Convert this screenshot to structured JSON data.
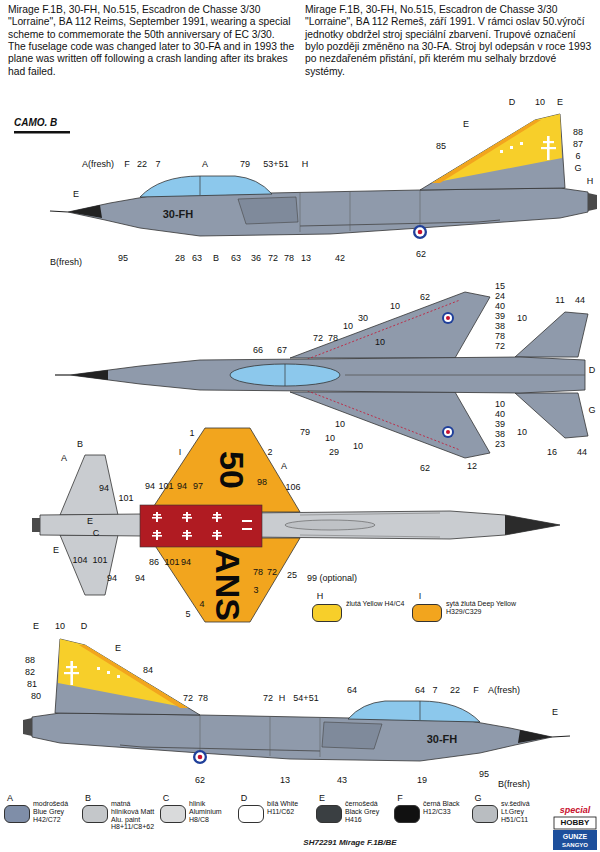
{
  "diagram": {
    "labels": [
      "Mirage F.1B, 30-FH, No.515, Escadron de Chasse 3/30 \"Lorraine\", BA 112 Reims, September 1991, wearing a special scheme to commemorate the 50th anniversary of EC 3/30. The fuselage code was changed later to 30-FA and in 1993 the plane was written off following a crash landing after its brakes had failed.",
      "Mirage F.1B, 30-FH, No.515, Escadron de Chasse 3/30 \"Lorraine\", BA 112 Remeš, září 1991. V rámci oslav 50.výročí jednotky obdržel stroj speciální zbarvení. Trupové označení bylo později změněno na 30-FA. Stroj byl odepsán v roce 1993 po nezdařeném přistání, při kterém mu selhaly brzdové systémy.",
      "CAMO. B",
      "E",
      "A(fresh)",
      "F",
      "22",
      "7",
      "A",
      "79",
      "53+51",
      "H",
      "85",
      "E",
      "D",
      "10",
      "E",
      "88",
      "87",
      "6",
      "G",
      "H",
      "B(fresh)",
      "95",
      "28",
      "63",
      "B",
      "63",
      "36",
      "72",
      "78",
      "13",
      "42",
      "62",
      "30-FH",
      "62",
      "15",
      "24",
      "40",
      "39",
      "38",
      "78",
      "72",
      "10",
      "30",
      "72",
      "78",
      "10",
      "10",
      "66",
      "67",
      "10",
      "11",
      "44",
      "D",
      "G",
      "79",
      "10",
      "10",
      "29",
      "10",
      "10",
      "40",
      "39",
      "38",
      "23",
      "62",
      "12",
      "10",
      "16",
      "44",
      "1",
      "I",
      "2",
      "A",
      "B",
      "A",
      "50",
      "98",
      "106",
      "94",
      "101",
      "94",
      "101",
      "94",
      "97",
      "E",
      "C",
      "104",
      "101",
      "94",
      "94",
      "86",
      "101",
      "94",
      "78",
      "72",
      "25",
      "99 (optional)",
      "4",
      "3",
      "5",
      "ANS",
      "E",
      "H",
      "I",
      "E",
      "10",
      "D",
      "88",
      "82",
      "81",
      "80",
      "E",
      "84",
      "72",
      "78",
      "72",
      "H",
      "54+51",
      "64",
      "64",
      "7",
      "22",
      "F",
      "A(fresh)",
      "E",
      "62",
      "13",
      "43",
      "19",
      "95",
      "B(fresh)",
      "30-FH",
      "A",
      "B",
      "C",
      "D",
      "E",
      "F",
      "G",
      "special",
      "HOBBY",
      "GUNZE",
      "SANGYO",
      "SH72291 Mirage F.1B/BE"
    ],
    "legend": [
      {
        "text": "žlutá Yellow H4/C4",
        "color": "#f7cf2a"
      },
      {
        "text": "sytá žlutá Deep Yellow H329/C329",
        "color": "#f2a51e"
      },
      {
        "text": "modrošedá Blue Grey H42/C72",
        "color": "#7f8ea8"
      },
      {
        "text": "matná hliníková Matt Alu. paint H8+11/C8+62",
        "color": "#c4c7ca"
      },
      {
        "text": "hliník Aluminium H8/C8",
        "color": "#d9dadb"
      },
      {
        "text": "bílá White H11/C62",
        "color": "#ffffff"
      },
      {
        "text": "černošedá Black Grey H416",
        "color": "#3a3f42"
      },
      {
        "text": "černá Black H12/C33",
        "color": "#111111"
      },
      {
        "text": "sv.šedivá Lt.Grey H51/C11",
        "color": "#b9bdc1"
      }
    ]
  }
}
